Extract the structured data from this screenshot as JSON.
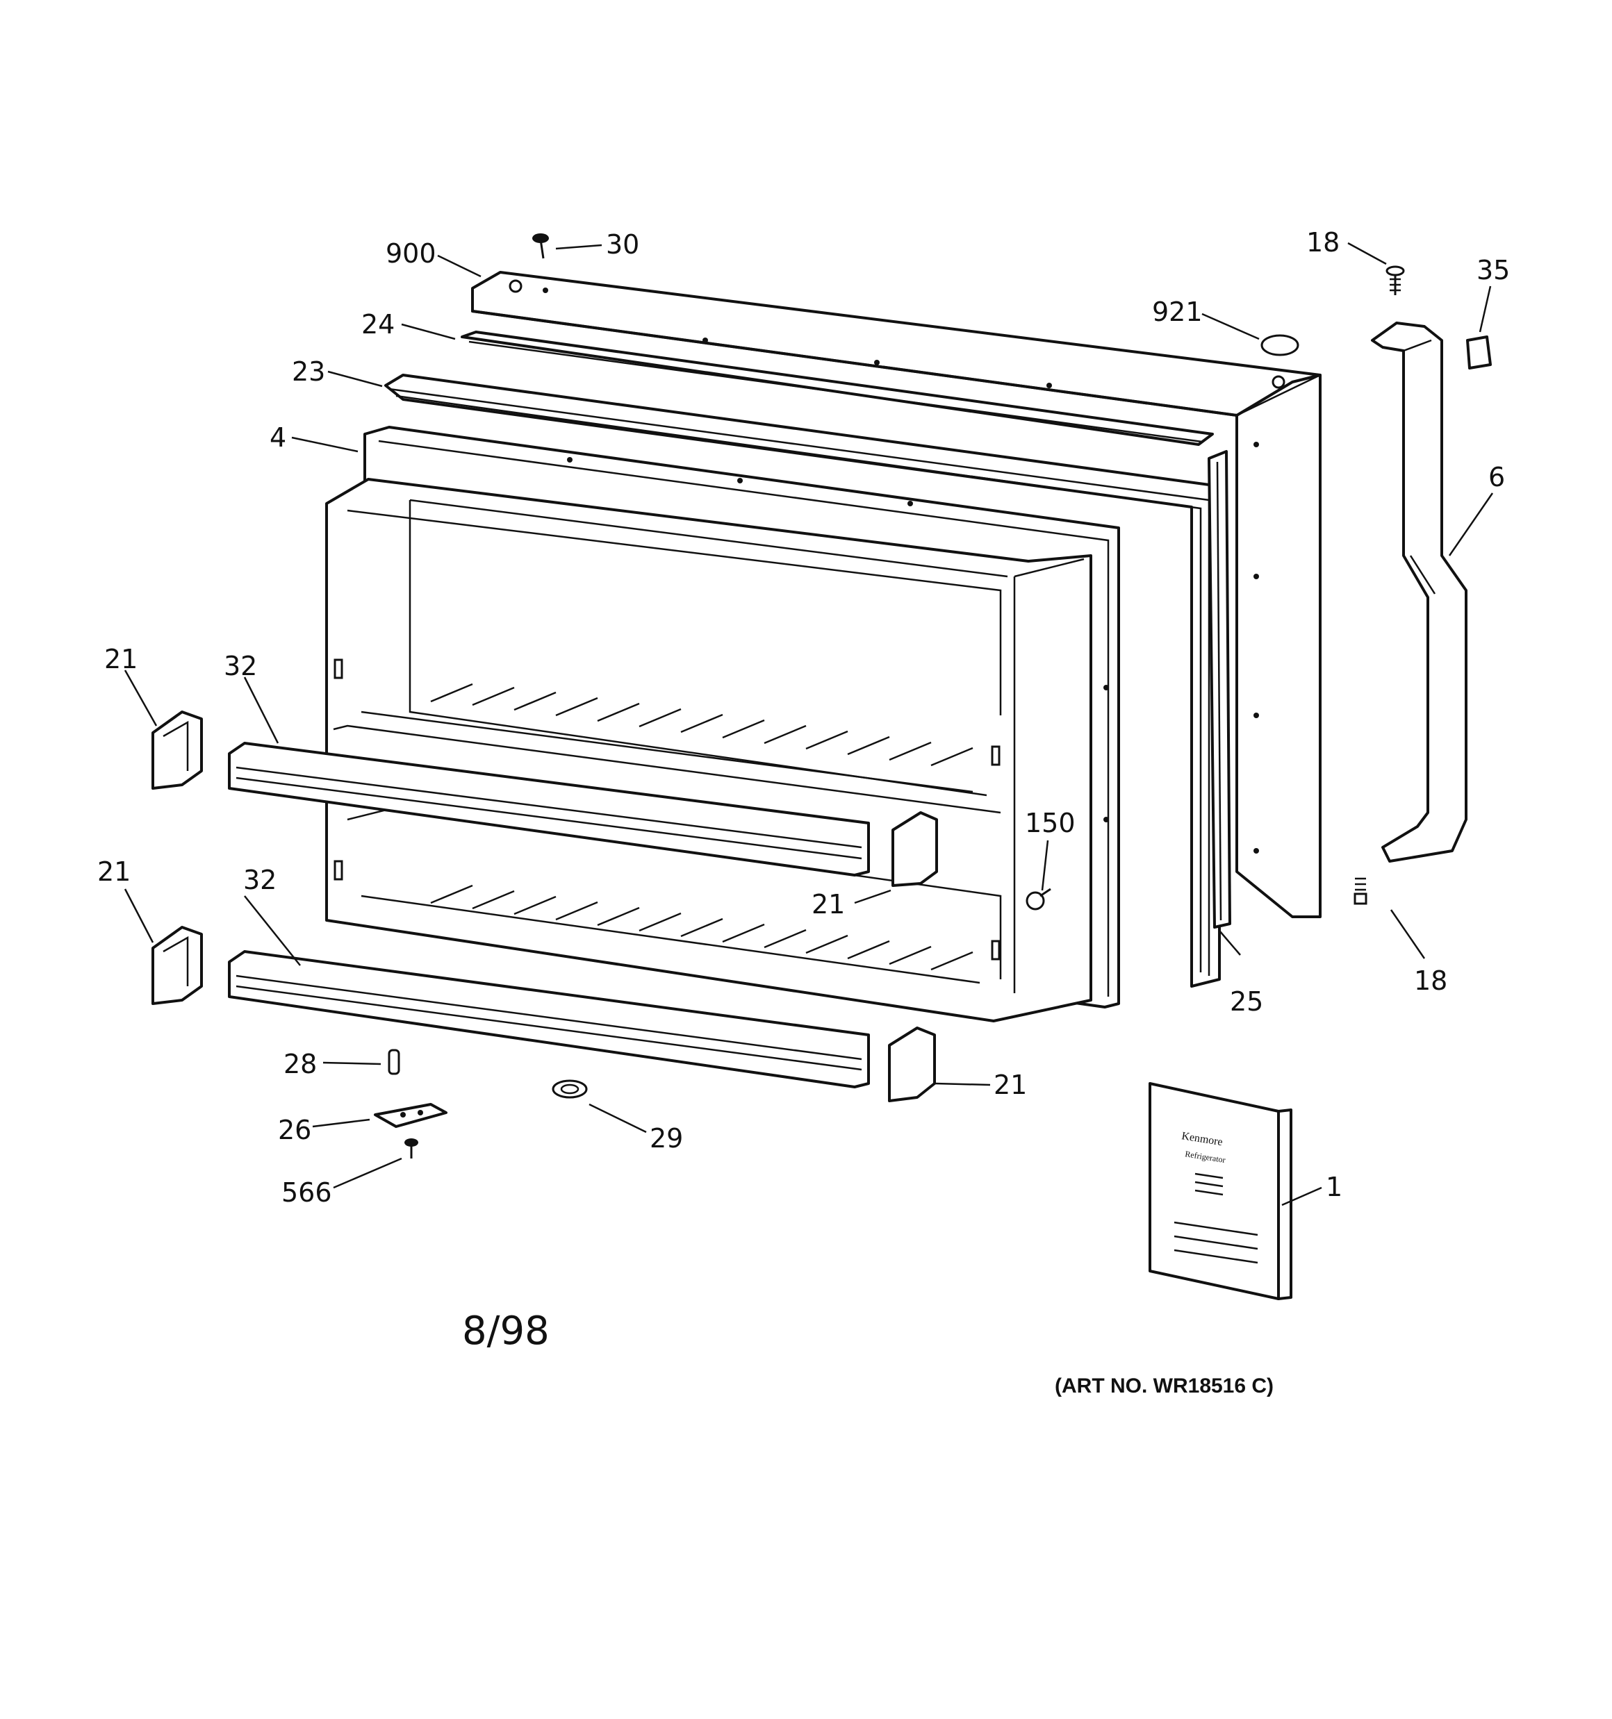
{
  "callouts": {
    "c900": "900",
    "c30": "30",
    "c18_top": "18",
    "c35": "35",
    "c24": "24",
    "c921": "921",
    "c23": "23",
    "c4": "4",
    "c6": "6",
    "c21_upper_left": "21",
    "c32_upper": "32",
    "c150": "150",
    "c21_upper_right": "21",
    "c21_lower_left": "21",
    "c32_lower": "32",
    "c18_bottom": "18",
    "c25": "25",
    "c28": "28",
    "c21_lower_right": "21",
    "c26": "26",
    "c29": "29",
    "c566": "566",
    "c1": "1"
  },
  "footer": {
    "date": "8/98",
    "art_number": "(ART NO. WR18516 C)"
  },
  "manual": {
    "brand": "Kenmore",
    "subtitle": "Refrigerator"
  }
}
